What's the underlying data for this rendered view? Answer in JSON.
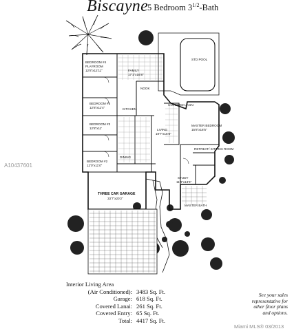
{
  "header": {
    "model_name": "Biscayne",
    "specs": "5 Bedroom 3",
    "specs_fraction": "1/2",
    "specs_suffix": "-Bath"
  },
  "plan_labels": {
    "bedroom4": "BEDROOM #4",
    "playroom": "PLAYROOM",
    "bedroom5": "BEDROOM #5",
    "bedroom3": "BEDROOM #3",
    "bedroom2": "BEDROOM #2",
    "family": "FAMILY",
    "kitchen": "KITCHEN",
    "nook": "NOOK",
    "dining": "DINING",
    "living": "LIVING",
    "master": "MASTER BEDROOM",
    "retreat": "RETREAT/ SITTING ROOM",
    "study": "STUDY",
    "garage": "THREE CAR GARAGE",
    "pool": "STD POOL",
    "lanai": "COVERED LANAI",
    "master_bath": "MASTER BATH",
    "dims_bed4": "12'8\"x12'11\"",
    "dims_bed5": "12'8\"x11'4\"",
    "dims_bed3": "12'8\"x11'",
    "dims_bed2": "12'0\"x11'0\"",
    "dims_family": "17'1\"x16'8\"",
    "dims_living": "19'7\"x15'8\"",
    "dims_master": "15'8\"x18'5\"",
    "dims_study": "11'8\"x13'4\"",
    "dims_garage": "33'7\"x20'2\""
  },
  "areas": {
    "header": "Interior Living Area",
    "rows": [
      {
        "label": "(Air Conditioned):",
        "value": "3483 Sq. Ft."
      },
      {
        "label": "Garage:",
        "value": "618 Sq. Ft."
      },
      {
        "label": "Covered Lanai:",
        "value": "261 Sq. Ft."
      },
      {
        "label": "Covered Entry:",
        "value": "65 Sq. Ft."
      },
      {
        "label": "Total:",
        "value": "4417 Sq. Ft."
      }
    ]
  },
  "note": "See your sales representative for other floor plans and options.",
  "watermark": {
    "listing_id": "A10437601",
    "credit": "Miami MLS® 03/2013"
  }
}
